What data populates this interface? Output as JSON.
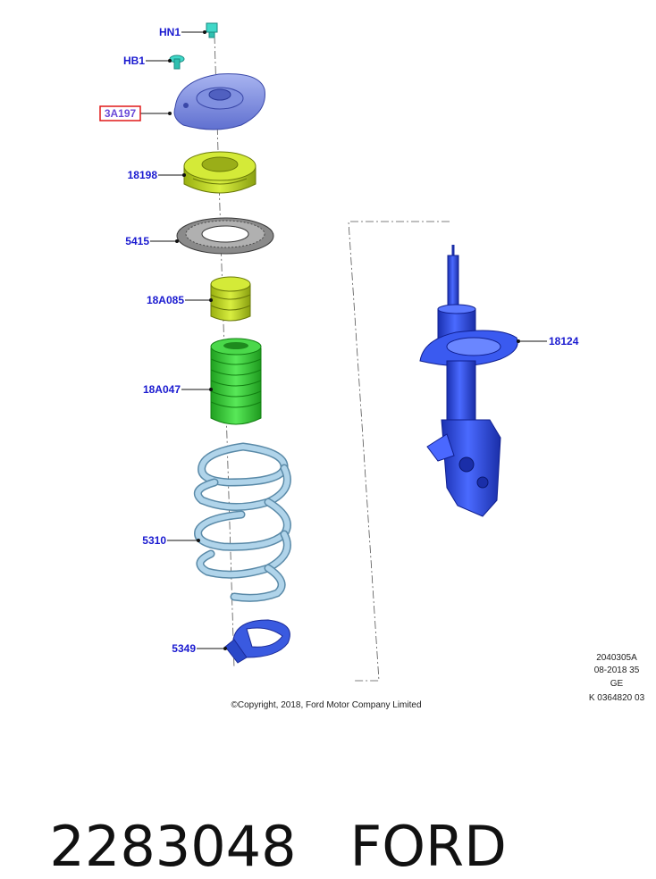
{
  "labels": {
    "hn1": "HN1",
    "hb1": "HB1",
    "mount": "3A197",
    "bearing": "18198",
    "seat": "5415",
    "bump_stop": "18A085",
    "boot": "18A047",
    "spring": "5310",
    "insulator": "5349",
    "strut": "18124"
  },
  "meta": {
    "line1": "2040305A",
    "line2": "08-2018 35",
    "line3": "GE",
    "line4": "K 0364820 03"
  },
  "copyright": "©Copyright, 2018, Ford Motor Company Limited",
  "footer": {
    "part_number": "2283048",
    "brand": "FORD"
  },
  "colors": {
    "label_blue": "#1a1ad0",
    "highlight_red": "#e01818",
    "mount_blue": "#7f8fe0",
    "yellow_green": "#c8e030",
    "green": "#40d040",
    "spring_blue": "#a8d0e8",
    "strut_blue": "#2a4ae8",
    "grey": "#8a8a8a"
  }
}
